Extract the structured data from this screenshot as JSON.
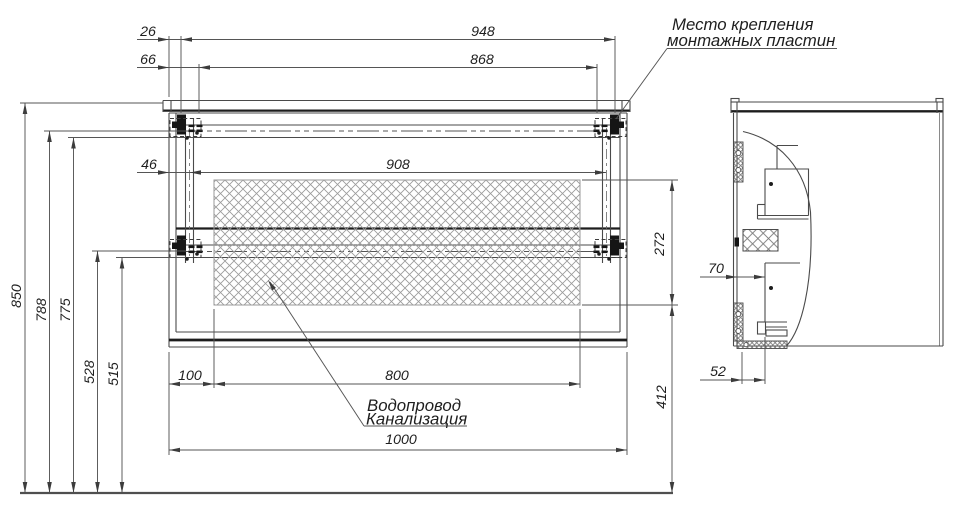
{
  "annotations": {
    "mounting_note": {
      "line1": "Место крепления",
      "line2": "монтажных пластин"
    },
    "plumbing_note": {
      "line1": "Водопровод",
      "line2": "Канализация"
    }
  },
  "dimensions": {
    "top": {
      "plate_edge_offset": "26",
      "plates_outer_width": "948",
      "rail_edge_offset": "66",
      "rails_inner_width": "868"
    },
    "middle": {
      "slide_offset": "46",
      "slides_span": "908"
    },
    "left": {
      "overall_height": "850",
      "upper_plate_axis_height": "788",
      "upper_rail_height": "775",
      "lower_plate_axis_height": "528",
      "lower_rail_height": "515"
    },
    "right": {
      "drawer_opening_height": "272",
      "underside_clearance": "412"
    },
    "bottom": {
      "side_inset": "100",
      "opening_width": "800",
      "overall_width": "1000"
    },
    "side": {
      "back_to_drawer": "70",
      "back_to_drawer_bottom": "52"
    }
  },
  "colors": {
    "background": "#ffffff",
    "line": "#4a4a4a",
    "thick_line": "#1d1d1d",
    "dimension_line": "#555555",
    "hatch_line": "#9b9b9b",
    "text": "#1f1f1f"
  }
}
